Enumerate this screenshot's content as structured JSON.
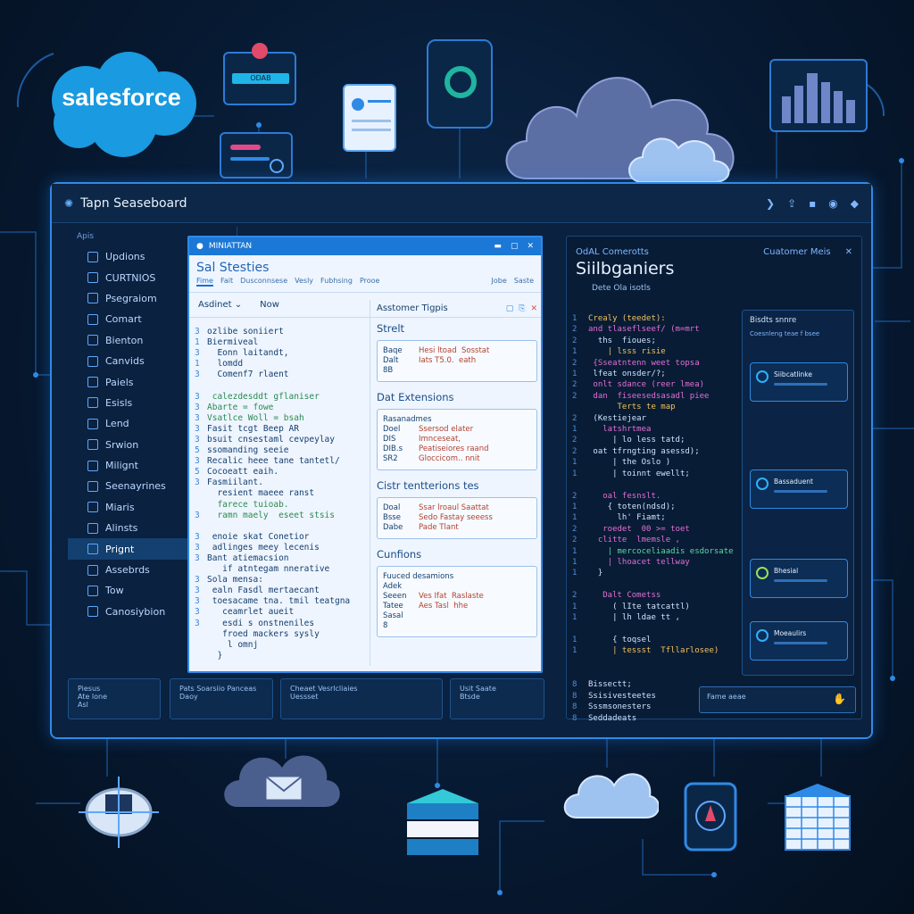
{
  "logo": {
    "text": "salesforce"
  },
  "top_card": {
    "label": "ODAB"
  },
  "window": {
    "title": "Tapn Seaseboard"
  },
  "sidebar": {
    "head": "Apis",
    "items": [
      {
        "label": "Updions",
        "icon": "doc-icon"
      },
      {
        "label": "CURTNIOS",
        "icon": "list-icon"
      },
      {
        "label": "Psegraiom",
        "icon": "grid-icon"
      },
      {
        "label": "Comart",
        "icon": "chart-icon"
      },
      {
        "label": "Bienton",
        "icon": "globe-icon"
      },
      {
        "label": "Canvids",
        "icon": "cloud-icon"
      },
      {
        "label": "Paiels",
        "icon": "panel-icon"
      },
      {
        "label": "Esisls",
        "icon": "lock-icon"
      },
      {
        "label": "Lend",
        "icon": "cart-icon"
      },
      {
        "label": "Srwion",
        "icon": "cloud-icon"
      },
      {
        "label": "Milignt",
        "icon": "triangle-icon"
      },
      {
        "label": "Seenayrines",
        "icon": "gear-icon"
      },
      {
        "label": "Miaris",
        "icon": "calendar-icon"
      },
      {
        "label": "Alinsts",
        "icon": "ring-icon"
      },
      {
        "label": "Prignt",
        "icon": "people-icon"
      },
      {
        "label": "Assebrds",
        "icon": "bolt-icon"
      },
      {
        "label": "Tow",
        "icon": "phone-icon"
      },
      {
        "label": "Canosiybion",
        "icon": "monitor-icon"
      }
    ],
    "active_index": 14
  },
  "editor": {
    "title": "MINIATTAN",
    "heading": "Sal Stesties",
    "menu": [
      "Fime",
      "Fait",
      "Dusconnsese",
      "Vesly",
      "Fubhsing",
      "Prooe"
    ],
    "menu_right": [
      "Jobe",
      "Saste"
    ],
    "tabs": [
      "Asdinet",
      "Now"
    ],
    "code_lines": [
      {
        "n": "3",
        "t": "ozlibe soniiert",
        "c": ""
      },
      {
        "n": "1",
        "t": "Biermiveal",
        "c": ""
      },
      {
        "n": "3",
        "t": "  Eonn laitandt,",
        "c": ""
      },
      {
        "n": "1",
        "t": "  lomdd",
        "c": ""
      },
      {
        "n": "3",
        "t": "  Comenf7 rlaent",
        "c": ""
      },
      {
        "n": "",
        "t": "",
        "c": ""
      },
      {
        "n": "3",
        "t": " calezdesddt gflaniser",
        "c": "green"
      },
      {
        "n": "3",
        "t": "Abarte = fowe",
        "c": "green"
      },
      {
        "n": "3",
        "t": "Vsatlce Woll = bsah",
        "c": "green"
      },
      {
        "n": "3",
        "t": "Fasit tcgt Beep AR",
        "c": ""
      },
      {
        "n": "3",
        "t": "bsuit cnsestaml cevpeylay",
        "c": ""
      },
      {
        "n": "5",
        "t": "ssomanding seeie",
        "c": ""
      },
      {
        "n": "3",
        "t": "Recalic heee tane tantetl/",
        "c": ""
      },
      {
        "n": "5",
        "t": "Cocoeatt eaih.",
        "c": ""
      },
      {
        "n": "3",
        "t": "Fasmiilant.",
        "c": ""
      },
      {
        "n": "",
        "t": "  resient maeee ranst",
        "c": ""
      },
      {
        "n": "",
        "t": "  farece tuioab.",
        "c": "green"
      },
      {
        "n": "3",
        "t": "  ramn maely  eseet stsis",
        "c": "green"
      },
      {
        "n": "",
        "t": "",
        "c": ""
      },
      {
        "n": "3",
        "t": " enoie skat Conetior",
        "c": ""
      },
      {
        "n": "3",
        "t": " adlinges meey lecenis",
        "c": ""
      },
      {
        "n": "3",
        "t": "Bant atiemacsion",
        "c": ""
      },
      {
        "n": "",
        "t": "   if atntegam nnerative",
        "c": ""
      },
      {
        "n": "3",
        "t": "Sola mensa:",
        "c": ""
      },
      {
        "n": "3",
        "t": " ealn Fasdl mertaecant",
        "c": ""
      },
      {
        "n": "3",
        "t": " toesacame tna. tmil teatgna",
        "c": ""
      },
      {
        "n": "3",
        "t": "   ceamrlet aueit",
        "c": ""
      },
      {
        "n": "3",
        "t": "   esdi s onstneniles",
        "c": ""
      },
      {
        "n": "",
        "t": "   froed mackers sysly",
        "c": ""
      },
      {
        "n": "",
        "t": "    l omnj",
        "c": ""
      },
      {
        "n": "",
        "t": "  }",
        "c": ""
      }
    ],
    "right": {
      "head": "Asstomer Tigpis",
      "sections": [
        {
          "title": "Strelt",
          "rows": [
            [
              "Baqe",
              "Hesi ltoad  Sosstat"
            ],
            [
              "Dalt",
              "Iats T5.0.  eath"
            ],
            [
              "8B",
              ""
            ]
          ]
        },
        {
          "title": "Dat Extensions",
          "rows": [
            [
              "Rasanadmes",
              ""
            ],
            [
              "Doel",
              "Ssersod elater"
            ],
            [
              "DIS",
              "Imnceseat,"
            ],
            [
              "DIB.s",
              "Peatiseiores raand"
            ],
            [
              "SR2",
              "Gloccicom.. nnit"
            ]
          ]
        },
        {
          "title": "Cistr tentterions tes",
          "rows": [
            [
              "Doal",
              "Ssar lroaul Saattat"
            ],
            [
              "Bsse",
              "Sedo Fastay seeess"
            ],
            [
              "Dabe",
              "Pade Tlant"
            ]
          ]
        },
        {
          "title": "Cunfions",
          "rows": [
            [
              "Fuuced desamions",
              ""
            ],
            [
              "Adek",
              ""
            ],
            [
              "Seeen",
              "Ves Ifat  Raslaste"
            ],
            [
              "Tatee",
              "Aes Tasl  hhe"
            ],
            [
              "Sasal",
              ""
            ],
            [
              "8",
              ""
            ]
          ]
        }
      ]
    }
  },
  "rpanel": {
    "sub_left": "OdAL Comerotts",
    "sub_right": "Cuatomer Meis",
    "title": "Siilbganiers",
    "caption": "Dete Ola isotls",
    "code": [
      {
        "n": "1",
        "t": "Crealy (teedet):",
        "c": "yl"
      },
      {
        "n": "2",
        "t": "and tlaseflseef/ (m=mrt",
        "c": "pk"
      },
      {
        "n": "2",
        "t": "  ths  fioues;",
        "c": ""
      },
      {
        "n": "1",
        "t": "    | lsss risie",
        "c": "yl"
      },
      {
        "n": "2",
        "t": " {Sseatntenn weet topsa",
        "c": "pk"
      },
      {
        "n": "1",
        "t": " lfeat onsder/?;",
        "c": ""
      },
      {
        "n": "2",
        "t": " onlt sdance (reer lmea)",
        "c": "pk"
      },
      {
        "n": "2",
        "t": " dan  fiseesedsasadl piee",
        "c": "pk"
      },
      {
        "n": "",
        "t": "      Terts te map",
        "c": "yl"
      },
      {
        "n": "2",
        "t": " (Kestiejear",
        "c": ""
      },
      {
        "n": "1",
        "t": "   latshrtmea",
        "c": "pk"
      },
      {
        "n": "2",
        "t": "     | lo less tatd;",
        "c": ""
      },
      {
        "n": "2",
        "t": " oat tfrngting asessd);",
        "c": ""
      },
      {
        "n": "1",
        "t": "     | the Oslo )",
        "c": ""
      },
      {
        "n": "1",
        "t": "     | toinnt ewellt;",
        "c": ""
      },
      {
        "n": "",
        "t": "",
        "c": ""
      },
      {
        "n": "2",
        "t": "   oal fesnslt.",
        "c": "pk"
      },
      {
        "n": "1",
        "t": "    { toten(ndsd);",
        "c": ""
      },
      {
        "n": "1",
        "t": "      lh' Fiamt;",
        "c": ""
      },
      {
        "n": "2",
        "t": "   roedet  00 >= toet",
        "c": "pk"
      },
      {
        "n": "2",
        "t": "  clitte  lmemsle ,",
        "c": "pk"
      },
      {
        "n": "1",
        "t": "    | mercoceliaadis esdorsate",
        "c": "gr"
      },
      {
        "n": "1",
        "t": "    | lhoacet tellway",
        "c": "pk"
      },
      {
        "n": "1",
        "t": "  }",
        "c": ""
      },
      {
        "n": "",
        "t": "",
        "c": ""
      },
      {
        "n": "2",
        "t": "   Dalt Cometss",
        "c": "pk"
      },
      {
        "n": "1",
        "t": "     ( lIte tatcattl)",
        "c": ""
      },
      {
        "n": "1",
        "t": "     | lh ldae tt ,",
        "c": ""
      },
      {
        "n": "",
        "t": "",
        "c": ""
      },
      {
        "n": "1",
        "t": "     { toqsel",
        "c": ""
      },
      {
        "n": "1",
        "t": "     | tessst  Tfllarlosee)",
        "c": "yl"
      }
    ],
    "cards_head": "Bisdts  snnre",
    "cards_sub": "Coesnleng teae f bsee",
    "mini_cards": [
      {
        "label": "Siibcatlinke"
      },
      {
        "label": "Bassaduent"
      },
      {
        "label": "Bhesial"
      },
      {
        "label": "Moeaulirs"
      }
    ],
    "bottom_code": [
      {
        "n": "8",
        "t": "Bissectt;"
      },
      {
        "n": "8",
        "t": "Ssisivesteetes"
      },
      {
        "n": "8",
        "t": "Sssmsonesters"
      },
      {
        "n": "8",
        "t": "Seddadeats"
      }
    ],
    "search": "Fame aeae"
  },
  "tiles": [
    {
      "a": "Piesus",
      "b": "Ate lone",
      "c": "Asl"
    },
    {
      "a": "Pats  Soarsiio  Panceas",
      "b": "Daoy",
      "c": ""
    },
    {
      "a": "Cheaet  Vesrlcliaies",
      "b": "Uessset",
      "c": ""
    },
    {
      "a": "Usit Saate",
      "b": "Btsde",
      "c": ""
    }
  ]
}
